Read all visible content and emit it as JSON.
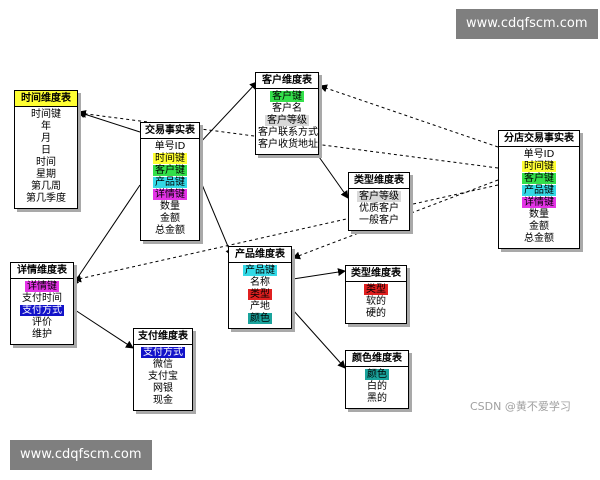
{
  "colors": {
    "green": "#33e04a",
    "yellow": "#ffff33",
    "cyan": "#33d9e6",
    "magenta": "#e433e6",
    "blue": "#1212c9",
    "red": "#e02020",
    "teal": "#1aa39c"
  },
  "banners": {
    "top": "www.cdqfscm.com",
    "bottom": "www.cdqfscm.com"
  },
  "watermark": "CSDN @黄不爱学习",
  "entities": {
    "time": {
      "title": "时间维度表",
      "fields": [
        "时间键",
        "年",
        "月",
        "日",
        "时间",
        "星期",
        "第几周",
        "第几季度"
      ]
    },
    "fact": {
      "title": "交易事实表",
      "fields": [
        "单号ID",
        "时间键",
        "客户键",
        "产品键",
        "详情键",
        "数量",
        "金额",
        "总金额"
      ]
    },
    "customer": {
      "title": "客户维度表",
      "fields": [
        "客户键",
        "客户名",
        "客户等级",
        "客户联系方式",
        "客户收货地址"
      ]
    },
    "branch": {
      "title": "分店交易事实表",
      "fields": [
        "单号ID",
        "时间键",
        "客户键",
        "产品键",
        "详情键",
        "数量",
        "金额",
        "总金额"
      ]
    },
    "ctype": {
      "title": "类型维度表",
      "fields": [
        "客户等级",
        "优质客户",
        "一般客户"
      ]
    },
    "detail": {
      "title": "详情维度表",
      "fields": [
        "详情键",
        "支付时间",
        "支付方式",
        "评价",
        "维护"
      ]
    },
    "product": {
      "title": "产品维度表",
      "fields": [
        "产品键",
        "名称",
        "类型",
        "产地",
        "颜色"
      ]
    },
    "ptype": {
      "title": "类型维度表",
      "fields": [
        "类型",
        "软的",
        "硬的"
      ]
    },
    "payment": {
      "title": "支付维度表",
      "fields": [
        "支付方式",
        "微信",
        "支付宝",
        "网银",
        "现金"
      ]
    },
    "color": {
      "title": "颜色维度表",
      "fields": [
        "颜色",
        "白的",
        "黑的"
      ]
    }
  }
}
